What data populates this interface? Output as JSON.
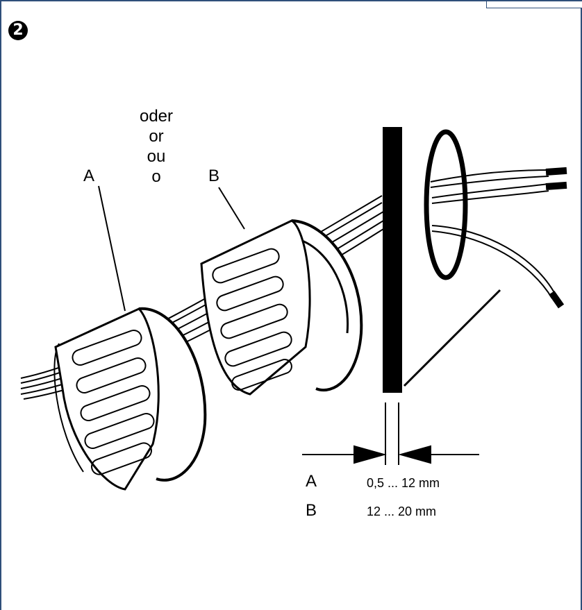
{
  "step_number": "❷",
  "alternatives": [
    "oder",
    "or",
    "ou",
    "o"
  ],
  "label_a": "A",
  "label_b": "B",
  "ranges": [
    {
      "key": "A",
      "value": "0,5 ... 12 mm"
    },
    {
      "key": "B",
      "value": "12 ... 20 mm"
    }
  ],
  "colors": {
    "frame": "#2f4f7a",
    "ink": "#000000"
  }
}
